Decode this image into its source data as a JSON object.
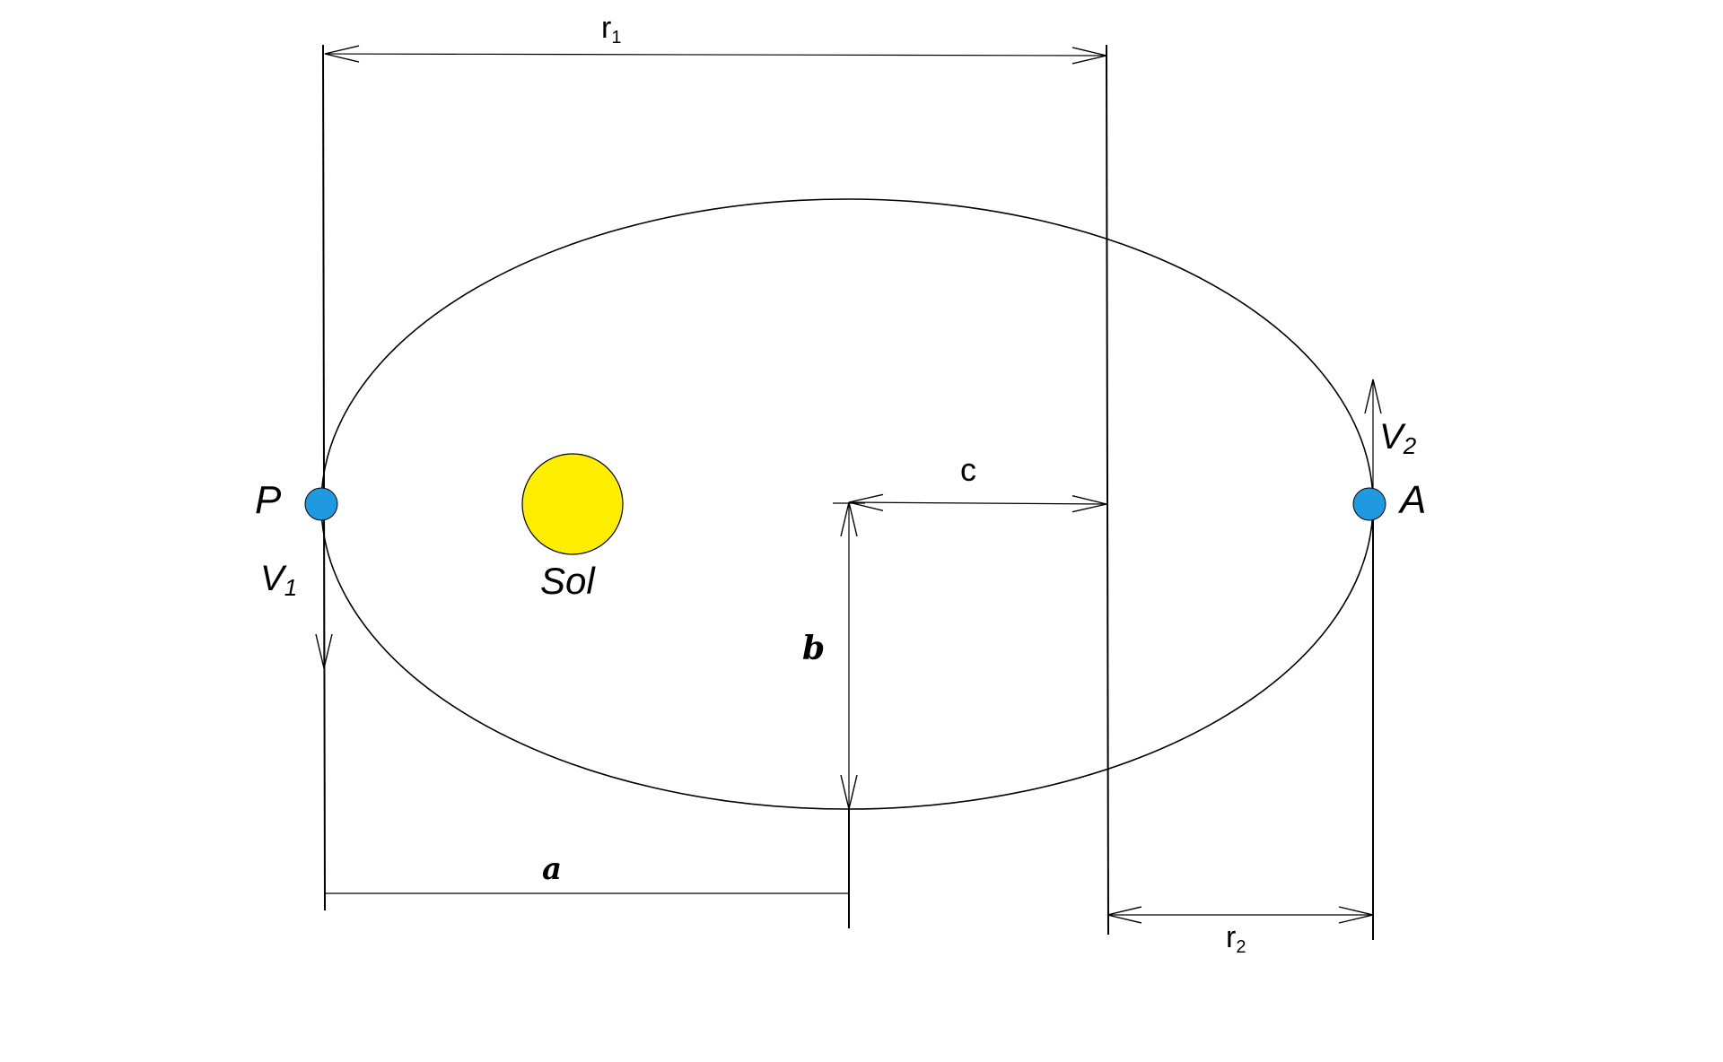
{
  "labels": {
    "r1": "r",
    "r1_sub": "1",
    "r2": "r",
    "r2_sub": "2",
    "c": "c",
    "b": "b",
    "a": "a",
    "P": "P",
    "A": "A",
    "V1": "V",
    "V1_sub": "1",
    "V2": "V",
    "V2_sub": "2",
    "sun": "Sol"
  },
  "colors": {
    "sun_fill": "#ffee00",
    "planet_fill": "#1f9ae0",
    "line": "#000000"
  }
}
